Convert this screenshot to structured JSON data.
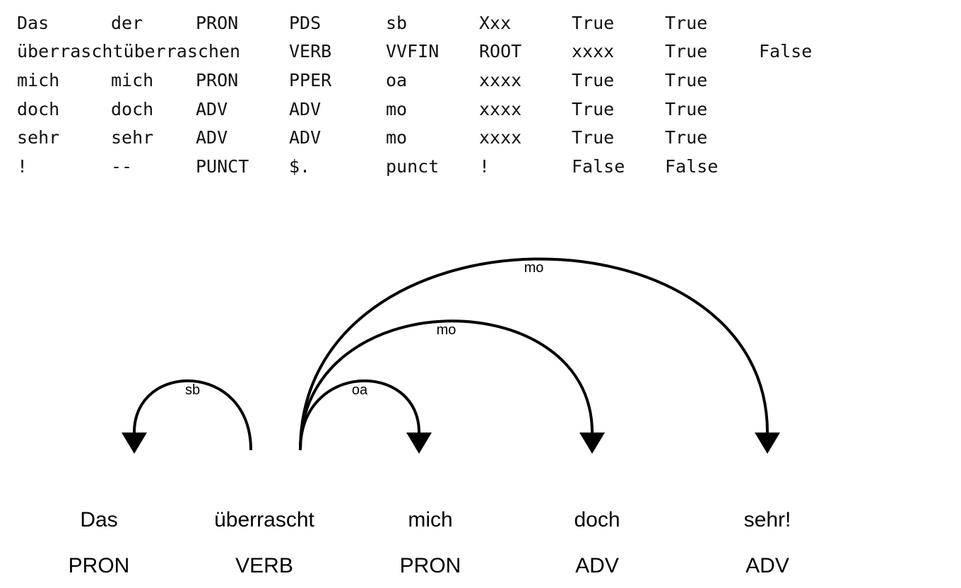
{
  "token_table": {
    "rows": [
      [
        "Das",
        "der",
        "PRON",
        "PDS",
        "sb",
        "Xxx",
        "True",
        "True"
      ],
      [
        "überraschtüberraschen",
        "",
        "",
        "VERB",
        "VVFIN",
        "ROOT",
        "xxxx",
        "True",
        "False"
      ],
      [
        "mich",
        "mich",
        "PRON",
        "PPER",
        "oa",
        "xxxx",
        "True",
        "True"
      ],
      [
        "doch",
        "doch",
        "ADV",
        "ADV",
        "mo",
        "xxxx",
        "True",
        "True"
      ],
      [
        "sehr",
        "sehr",
        "ADV",
        "ADV",
        "mo",
        "xxxx",
        "True",
        "True"
      ],
      [
        "!",
        "--",
        "PUNCT",
        "$.",
        "punct",
        "!",
        "False",
        "False"
      ]
    ]
  },
  "dependency_tree": {
    "words": [
      {
        "text": "Das",
        "tag": "PRON"
      },
      {
        "text": "überrascht",
        "tag": "VERB"
      },
      {
        "text": "mich",
        "tag": "PRON"
      },
      {
        "text": "doch",
        "tag": "ADV"
      },
      {
        "text": "sehr!",
        "tag": "ADV"
      }
    ],
    "arcs": [
      {
        "label": "sb",
        "head": 1,
        "dependent": 0
      },
      {
        "label": "oa",
        "head": 1,
        "dependent": 2
      },
      {
        "label": "mo",
        "head": 1,
        "dependent": 3
      },
      {
        "label": "mo",
        "head": 1,
        "dependent": 4
      }
    ]
  }
}
